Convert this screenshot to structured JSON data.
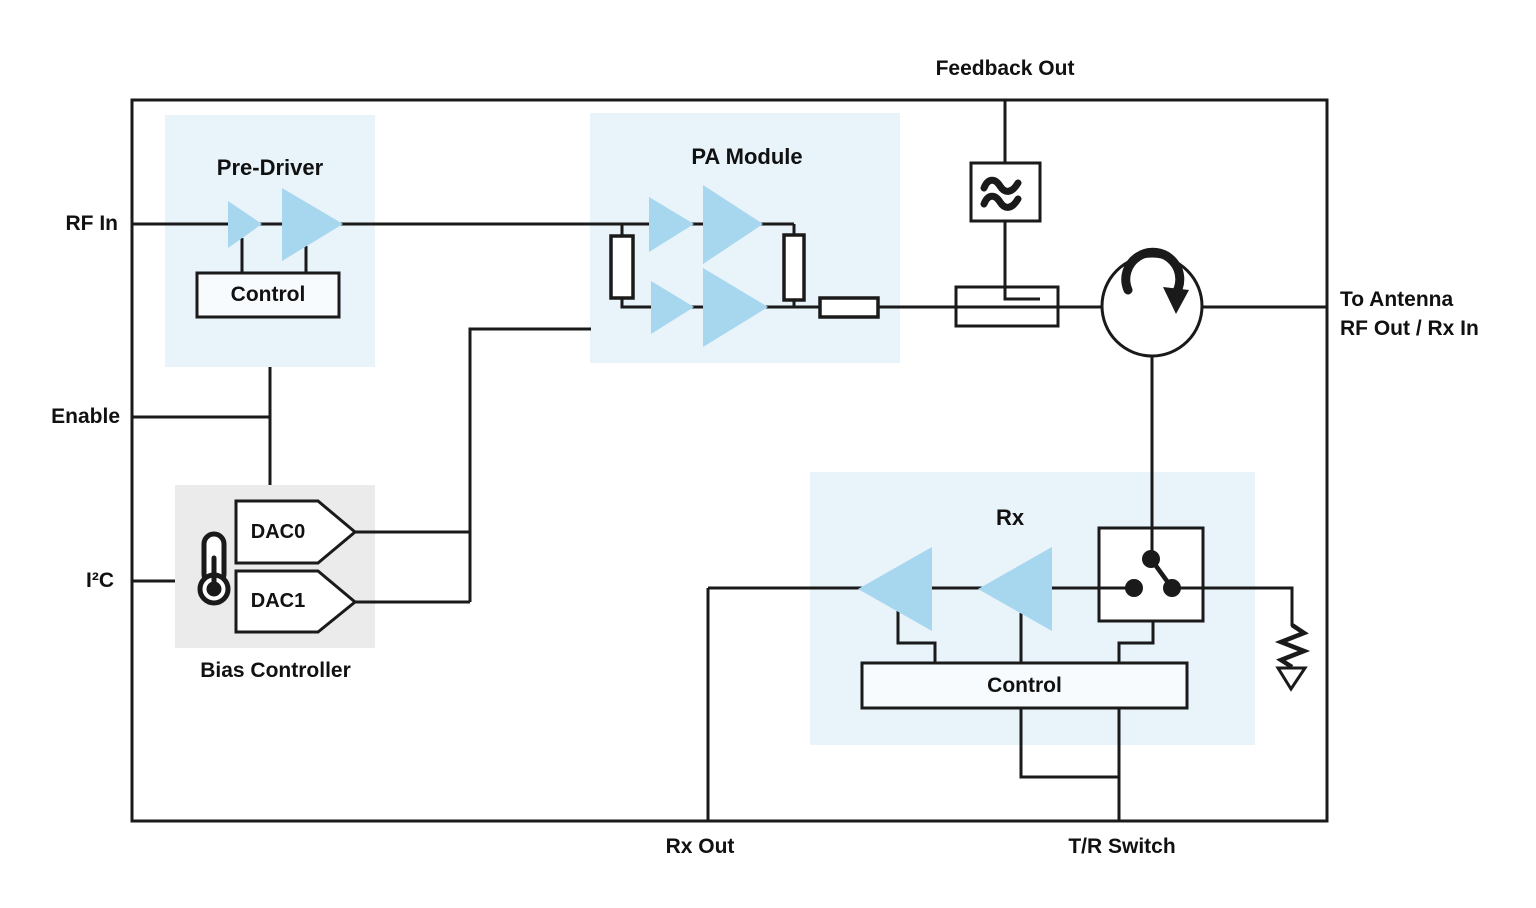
{
  "labels": {
    "feedback_out": "Feedback Out",
    "rf_in": "RF In",
    "enable": "Enable",
    "i2c": "I²C",
    "to_antenna_line1": "To Antenna",
    "to_antenna_line2": "RF Out / Rx In",
    "rx_out": "Rx Out",
    "tr_switch": "T/R Switch"
  },
  "blocks": {
    "pre_driver": {
      "title": "Pre-Driver",
      "control": "Control"
    },
    "pa_module": {
      "title": "PA Module"
    },
    "bias_controller": {
      "title": "Bias Controller",
      "dac0": "DAC0",
      "dac1": "DAC1"
    },
    "rx": {
      "title": "Rx",
      "control": "Control"
    }
  },
  "icons": {
    "filter": "bandpass-filter-icon",
    "circulator": "circulator-icon",
    "coupler": "directional-coupler-icon",
    "thermometer": "thermometer-icon",
    "switch": "spdt-switch-icon",
    "termination": "termination-resistor-icon",
    "ground": "ground-arrow-icon"
  },
  "colors": {
    "block_blue": "#E8F3FA",
    "amp_blue": "#A7D7EF",
    "block_gray": "#EBEBEB",
    "control_fill": "#F7FBFE",
    "line": "#1A1A1A",
    "text": "#111111"
  }
}
